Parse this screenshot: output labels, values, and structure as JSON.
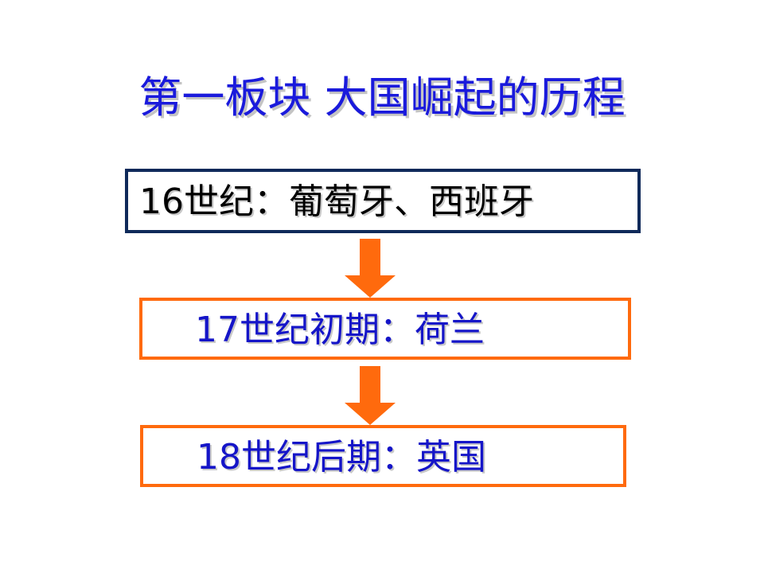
{
  "slide": {
    "title": "第一板块  大国崛起的历程",
    "stages": [
      {
        "label": "16世纪：葡萄牙、西班牙"
      },
      {
        "label": "17世纪初期：荷兰"
      },
      {
        "label": "18世纪后期：英国"
      }
    ]
  },
  "colors": {
    "title_text": "#1a1adc",
    "first_box_border": "#0f2a5a",
    "box_border": "#ff6a0d",
    "arrow": "#ff6a0d",
    "stage_text_highlight": "#1515c8",
    "stage_text_plain": "#000000"
  },
  "icons": {
    "connector": "down-arrow-icon"
  }
}
